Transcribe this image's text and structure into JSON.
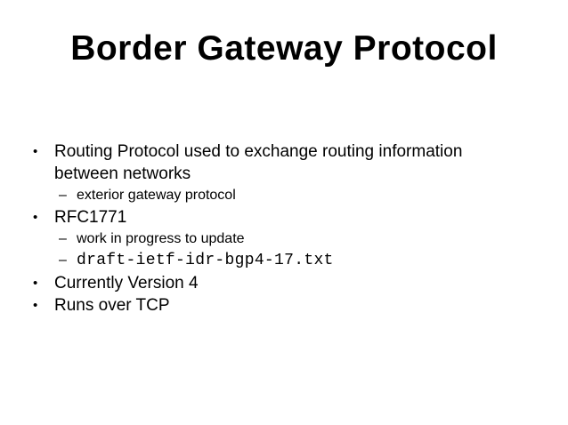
{
  "slide": {
    "title": "Border Gateway Protocol",
    "background_color": "#ffffff",
    "text_color": "#000000",
    "markers": {
      "bullet": "•",
      "dash": "–"
    },
    "items": [
      {
        "level": 1,
        "text": "Routing Protocol used to exchange routing information between networks"
      },
      {
        "level": 2,
        "text": "exterior gateway protocol"
      },
      {
        "level": 1,
        "text": "RFC1771"
      },
      {
        "level": 2,
        "text": "work in progress to update"
      },
      {
        "level": 2,
        "mono": true,
        "text": "draft-ietf-idr-bgp4-17.txt"
      },
      {
        "level": 1,
        "text": "Currently Version 4"
      },
      {
        "level": 1,
        "text": "Runs over TCP"
      }
    ]
  }
}
